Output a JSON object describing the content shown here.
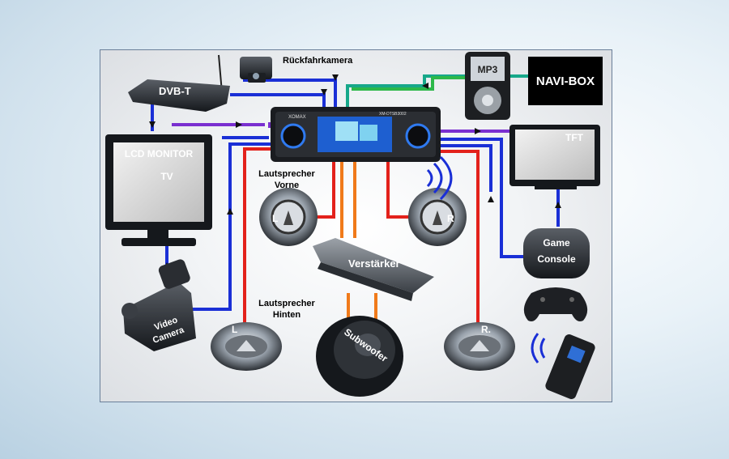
{
  "labels": {
    "rueckfahrkamera": "Rückfahrkamera",
    "mp3": "MP3",
    "navi_box": "NAVI-BOX",
    "dvbt": "DVB-T",
    "lcd_monitor": "LCD MONITOR",
    "tv": "TV",
    "tft": "TFT",
    "lautsprecher_vorne_1": "Lautsprecher",
    "lautsprecher_vorne_2": "Vorne",
    "speaker_left": "L",
    "speaker_right": "R",
    "verstaerker": "Verstärker",
    "lautsprecher_hinten_1": "Lautsprecher",
    "lautsprecher_hinten_2": "Hinten",
    "rear_left": "L",
    "rear_right": "R.",
    "subwoofer": "Subwoofer",
    "video_camera_1": "Video",
    "video_camera_2": "Camera",
    "game_console_1": "Game",
    "game_console_2": "Console",
    "head_unit_brand": "XOMAX",
    "head_unit_model": "XM-DTSB3002"
  },
  "colors": {
    "video": "#1a2fd6",
    "audio": "#e3211b",
    "sub": "#f07a1a",
    "navi": "#17a88a",
    "mp3": "#2db84a",
    "aux": "#7a2fd0"
  }
}
